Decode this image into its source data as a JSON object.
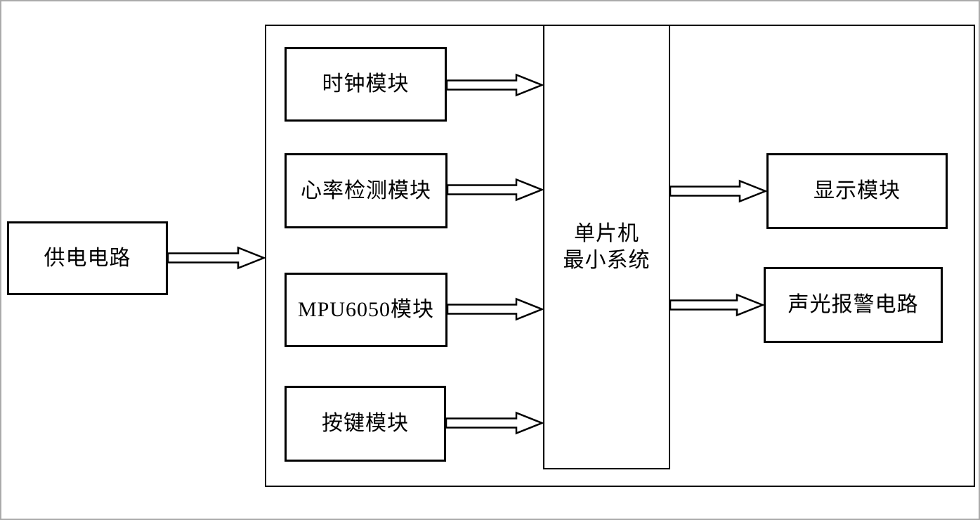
{
  "diagram": {
    "boxes": {
      "power": {
        "label": "供电电路"
      },
      "clock": {
        "label": "时钟模块"
      },
      "heart_rate": {
        "label": "心率检测模块"
      },
      "mpu6050": {
        "label": "MPU6050模块"
      },
      "keypad": {
        "label": "按键模块"
      },
      "mcu": {
        "line1": "单片机",
        "line2": "最小系统"
      },
      "display": {
        "label": "显示模块"
      },
      "alarm": {
        "label": "声光报警电路"
      }
    },
    "connections": [
      {
        "from": "供电电路",
        "to": "系统整体(外框)"
      },
      {
        "from": "时钟模块",
        "to": "单片机最小系统"
      },
      {
        "from": "心率检测模块",
        "to": "单片机最小系统"
      },
      {
        "from": "MPU6050模块",
        "to": "单片机最小系统"
      },
      {
        "from": "按键模块",
        "to": "单片机最小系统"
      },
      {
        "from": "单片机最小系统",
        "to": "显示模块"
      },
      {
        "from": "单片机最小系统",
        "to": "声光报警电路"
      }
    ],
    "colors": {
      "line": "#000000",
      "background": "#ffffff",
      "page_border": "#aaaaaa"
    }
  }
}
